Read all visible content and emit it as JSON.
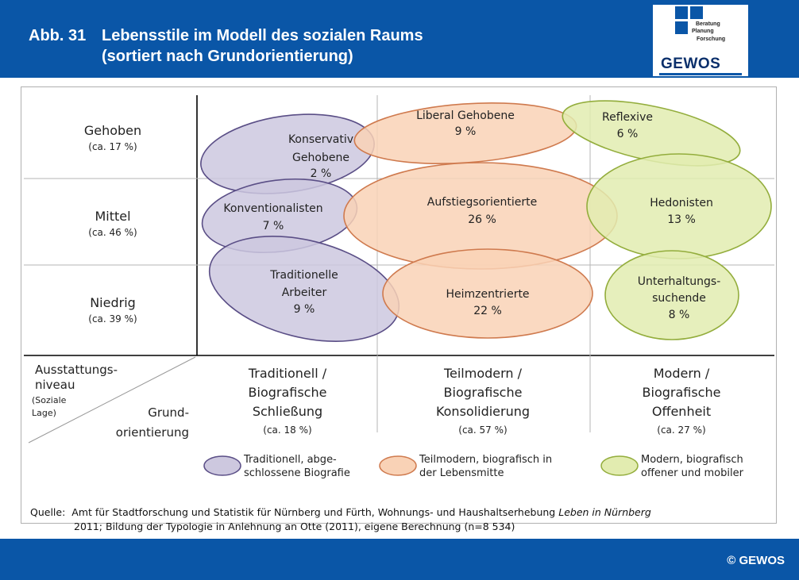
{
  "header": {
    "figure_number": "Abb. 31",
    "title_line1": "Lebensstile im Modell des sozialen Raums",
    "title_line2": "(sortiert nach Grundorientierung)"
  },
  "logo": {
    "tagline": [
      "Beratung",
      "Planung",
      "Forschung"
    ],
    "brand": "GEWOS"
  },
  "rows": [
    {
      "label": "Gehoben",
      "share": "(ca. 17 %)"
    },
    {
      "label": "Mittel",
      "share": "(ca. 46 %)"
    },
    {
      "label": "Niedrig",
      "share": "(ca. 39 %)"
    }
  ],
  "axis_corner": {
    "y_title": [
      "Ausstattungs-",
      "niveau"
    ],
    "y_sub": [
      "(Soziale",
      "Lage)"
    ],
    "x_title": [
      "Grund-",
      "orientierung"
    ]
  },
  "columns": [
    {
      "lines": [
        "Traditionell /",
        "Biografische",
        "Schließung"
      ],
      "share": "(ca. 18 %)"
    },
    {
      "lines": [
        "Teilmodern /",
        "Biografische",
        "Konsolidierung"
      ],
      "share": "(ca. 57 %)"
    },
    {
      "lines": [
        "Modern /",
        "Biografische",
        "Offenheit"
      ],
      "share": "(ca. 27 %)"
    }
  ],
  "colors": {
    "purple_fill": "#cdc8df",
    "purple_stroke": "#5a4e86",
    "orange_fill": "#f9d2b6",
    "orange_stroke": "#cf7a4e",
    "green_fill": "#e2ecb0",
    "green_stroke": "#93ad3c",
    "brand_blue": "#0a56a7"
  },
  "groups": [
    {
      "name": "Konservativ Gehobene",
      "lines": [
        "Konservativ",
        "Gehobene",
        "2 %"
      ],
      "share": 2,
      "color": "purple"
    },
    {
      "name": "Konventionalisten",
      "lines": [
        "Konventionalisten",
        "7 %"
      ],
      "share": 7,
      "color": "purple"
    },
    {
      "name": "Traditionelle Arbeiter",
      "lines": [
        "Traditionelle",
        "Arbeiter",
        "9 %"
      ],
      "share": 9,
      "color": "purple"
    },
    {
      "name": "Liberal Gehobene",
      "lines": [
        "Liberal Gehobene",
        "9 %"
      ],
      "share": 9,
      "color": "orange"
    },
    {
      "name": "Aufstiegsorientierte",
      "lines": [
        "Aufstiegsorientierte",
        "26 %"
      ],
      "share": 26,
      "color": "orange"
    },
    {
      "name": "Heimzentrierte",
      "lines": [
        "Heimzentrierte",
        "22 %"
      ],
      "share": 22,
      "color": "orange"
    },
    {
      "name": "Reflexive",
      "lines": [
        "Reflexive",
        "6 %"
      ],
      "share": 6,
      "color": "green"
    },
    {
      "name": "Hedonisten",
      "lines": [
        "Hedonisten",
        "13 %"
      ],
      "share": 13,
      "color": "green"
    },
    {
      "name": "Unterhaltungssuchende",
      "lines": [
        "Unterhaltungs-",
        "suchende",
        "8 %"
      ],
      "share": 8,
      "color": "green"
    }
  ],
  "legend": [
    {
      "lines": [
        "Traditionell, abge-",
        "schlossene Biografie"
      ],
      "color": "purple"
    },
    {
      "lines": [
        "Teilmodern, biografisch in",
        "der Lebensmitte"
      ],
      "color": "orange"
    },
    {
      "lines": [
        "Modern, biografisch",
        "offener und mobiler"
      ],
      "color": "green"
    }
  ],
  "source": {
    "label": "Quelle:",
    "line1": "Amt für Stadtforschung und Statistik für Nürnberg und Fürth, Wohnungs- und Haushaltserhebung",
    "line1_italic": "Leben in Nürnberg",
    "line2": "2011; Bildung der Typologie in Anlehnung an Otte (2011), eigene Berechnung (n=8 534)"
  },
  "footer": {
    "copyright": "© GEWOS"
  }
}
